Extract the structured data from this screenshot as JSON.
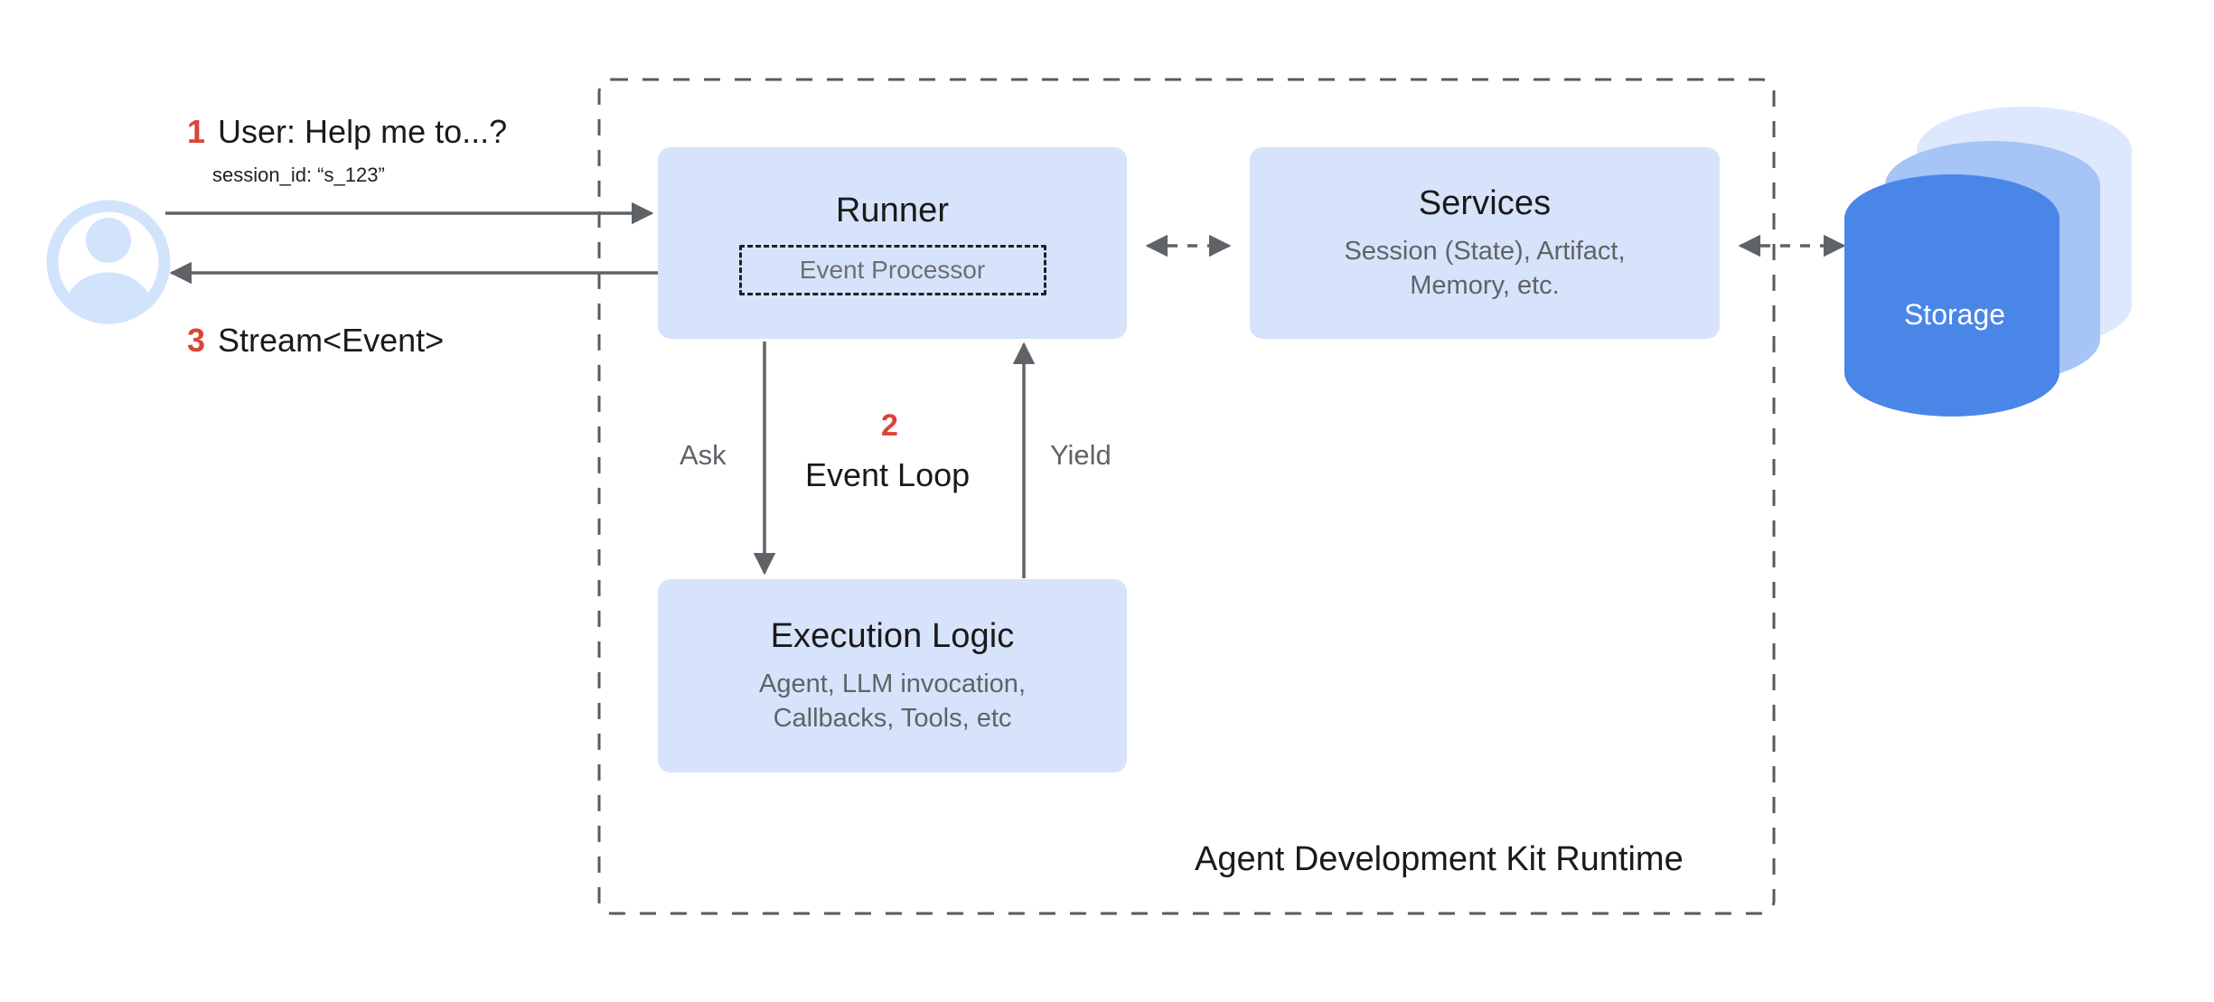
{
  "diagram": {
    "title": "Agent Development Kit Runtime",
    "colors": {
      "node_fill": "#d7e3fa",
      "accent_red": "#db4437",
      "arrow_gray": "#5f6368",
      "muted_text": "#5f6368",
      "dark_text": "#1a1a1a",
      "storage_front": "#4a86e8",
      "storage_mid": "#a6c4f5",
      "storage_back": "#dde8fd",
      "avatar_blue": "#d2e3fc",
      "background": "#ffffff"
    },
    "container": {
      "label": "Agent Development Kit Runtime",
      "border_style": "dashed"
    },
    "actor": {
      "icon": "user-avatar-icon",
      "request": {
        "step": "1",
        "label": "User: Help me to...?",
        "detail": "session_id: “s_123”"
      },
      "response": {
        "step": "3",
        "label": "Stream<Event>"
      }
    },
    "nodes": {
      "runner": {
        "title": "Runner",
        "inner": {
          "label": "Event Processor"
        }
      },
      "execution_logic": {
        "title": "Execution Logic",
        "subtitle": "Agent, LLM invocation,\nCallbacks, Tools, etc",
        "subtitle_line1": "Agent, LLM invocation,",
        "subtitle_line2": "Callbacks, Tools, etc"
      },
      "services": {
        "title": "Services",
        "subtitle_line1": "Session (State), Artifact,",
        "subtitle_line2": "Memory, etc."
      },
      "storage": {
        "title": "Storage"
      }
    },
    "edges": {
      "ask": {
        "label": "Ask",
        "style": "solid",
        "direction": "down"
      },
      "yield": {
        "label": "Yield",
        "style": "solid",
        "direction": "up"
      },
      "event_loop": {
        "step": "2",
        "label": "Event Loop"
      },
      "runner_services": {
        "style": "dashed",
        "direction": "bidirectional"
      },
      "services_storage": {
        "style": "dashed",
        "direction": "bidirectional"
      },
      "user_to_runner": {
        "style": "solid",
        "direction": "right"
      },
      "runner_to_user": {
        "style": "solid",
        "direction": "left"
      }
    }
  }
}
